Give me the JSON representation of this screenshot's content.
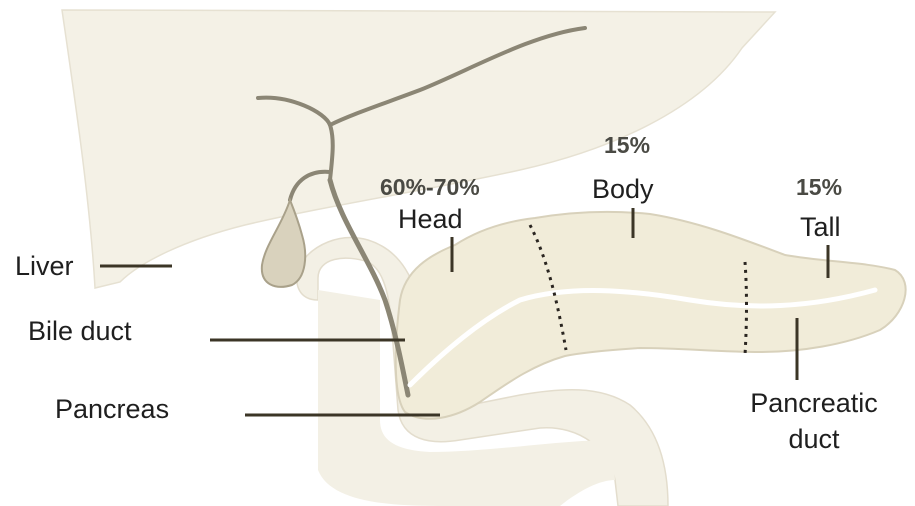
{
  "labels": {
    "liver": "Liver",
    "bile_duct": "Bile duct",
    "pancreas": "Pancreas",
    "head": "Head",
    "body": "Body",
    "tail": "Tall",
    "pancreatic_duct_line1": "Pancreatic",
    "pancreatic_duct_line2": "duct"
  },
  "percentages": {
    "head": "60%-70%",
    "body": "15%",
    "tail": "15%"
  },
  "colors": {
    "organ_fill": "#f4f1e6",
    "pancreas_fill": "#f1ecd9",
    "duct_stroke": "#8b8675",
    "leader_line": "#3b3526",
    "text": "#1f1f1f"
  }
}
